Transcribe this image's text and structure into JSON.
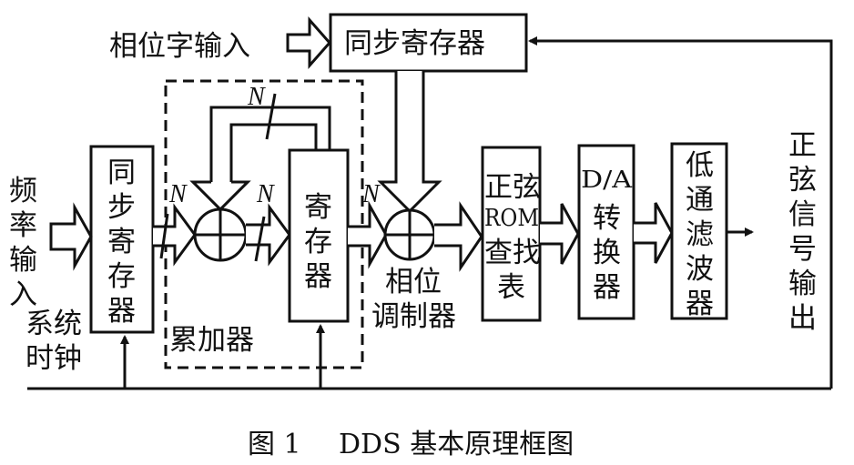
{
  "diagram": {
    "title": "DDS 基本原理框图",
    "caption": {
      "figure_label": "图 1",
      "text": "DDS 基本原理框图"
    },
    "inputs": {
      "phase_word": "相位字输入",
      "frequency": [
        "频",
        "率",
        "输",
        "入"
      ],
      "system_clock": [
        "系统",
        "时钟"
      ]
    },
    "blocks": {
      "top_sync_register": "同步寄存器",
      "left_sync_register": [
        "同",
        "步",
        "寄",
        "存",
        "器"
      ],
      "accumulator_register": [
        "寄",
        "存",
        "器"
      ],
      "accumulator_label": "累加器",
      "phase_modulator": [
        "相位",
        "调制器"
      ],
      "sine_rom": [
        "正弦",
        "ROM",
        "查找",
        "表"
      ],
      "dac": [
        "D/A",
        "转",
        "换",
        "器"
      ],
      "lowpass_filter": [
        "低",
        "通",
        "滤",
        "波",
        "器"
      ]
    },
    "output": [
      "正",
      "弦",
      "信",
      "号",
      "输",
      "出"
    ],
    "bus_width_label": "N",
    "edges": [
      {
        "from": "phase_word_input",
        "to": "top_sync_register",
        "type": "bus"
      },
      {
        "from": "frequency_input",
        "to": "left_sync_register",
        "type": "bus"
      },
      {
        "from": "left_sync_register",
        "to": "adder_1",
        "type": "bus",
        "width": "N"
      },
      {
        "from": "adder_1",
        "to": "accumulator_register",
        "type": "bus",
        "width": "N"
      },
      {
        "from": "accumulator_register",
        "to": "adder_1",
        "type": "bus-feedback",
        "width": "N"
      },
      {
        "from": "accumulator_register",
        "to": "phase_modulator_adder",
        "type": "bus",
        "width": "N"
      },
      {
        "from": "top_sync_register",
        "to": "phase_modulator_adder",
        "type": "bus"
      },
      {
        "from": "phase_modulator_adder",
        "to": "sine_rom",
        "type": "bus"
      },
      {
        "from": "sine_rom",
        "to": "dac",
        "type": "bus"
      },
      {
        "from": "dac",
        "to": "lowpass_filter",
        "type": "bus"
      },
      {
        "from": "lowpass_filter",
        "to": "sine_output",
        "type": "signal"
      },
      {
        "from": "system_clock",
        "to": "left_sync_register",
        "type": "clock"
      },
      {
        "from": "system_clock",
        "to": "accumulator_register",
        "type": "clock"
      },
      {
        "from": "system_clock",
        "to": "top_sync_register",
        "type": "clock"
      }
    ]
  }
}
